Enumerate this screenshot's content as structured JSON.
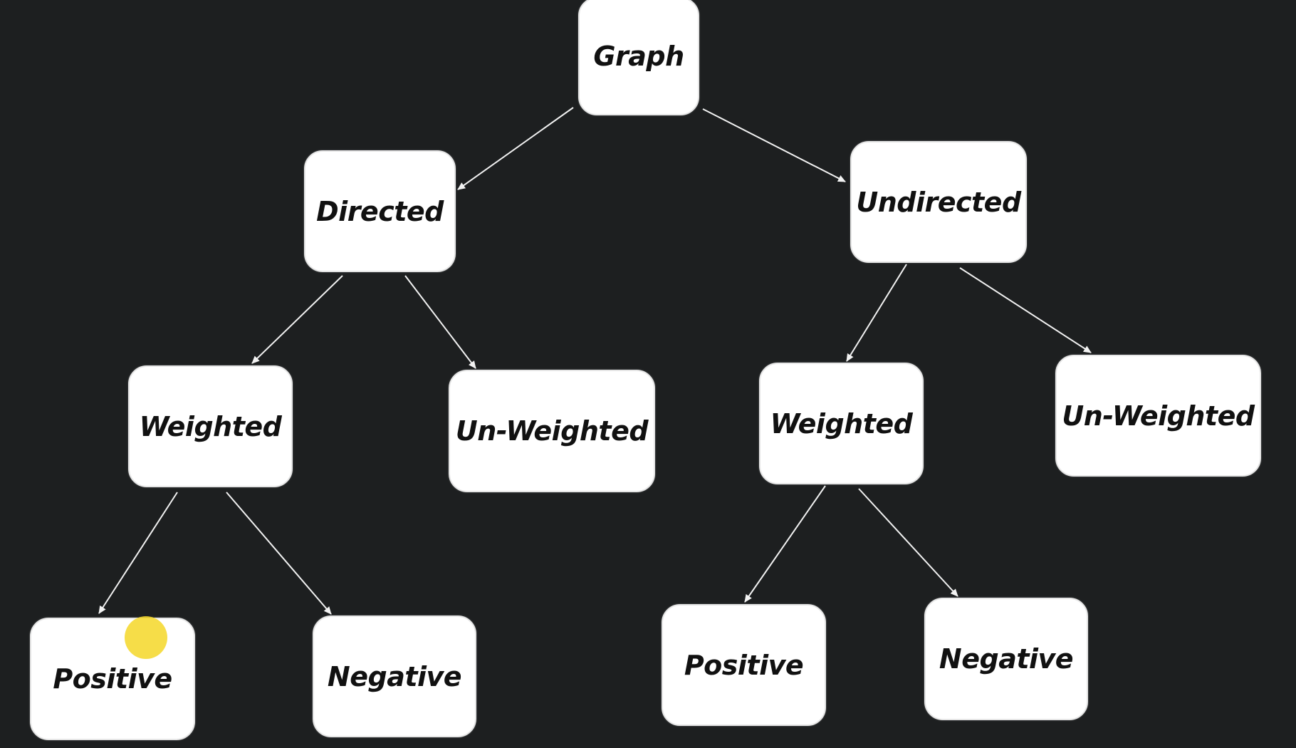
{
  "diagram": {
    "nodes": [
      {
        "id": "graph",
        "label": "Graph"
      },
      {
        "id": "directed",
        "label": "Directed"
      },
      {
        "id": "undirected",
        "label": "Undirected"
      },
      {
        "id": "d-weighted",
        "label": "Weighted"
      },
      {
        "id": "d-unweighted",
        "label": "Un-Weighted"
      },
      {
        "id": "u-weighted",
        "label": "Weighted"
      },
      {
        "id": "u-unweighted",
        "label": "Un-Weighted"
      },
      {
        "id": "dw-positive",
        "label": "Positive"
      },
      {
        "id": "dw-negative",
        "label": "Negative"
      },
      {
        "id": "uw-positive",
        "label": "Positive"
      },
      {
        "id": "uw-negative",
        "label": "Negative"
      }
    ],
    "edges": [
      {
        "from": "graph",
        "to": "directed"
      },
      {
        "from": "graph",
        "to": "undirected"
      },
      {
        "from": "directed",
        "to": "d-weighted"
      },
      {
        "from": "directed",
        "to": "d-unweighted"
      },
      {
        "from": "undirected",
        "to": "u-weighted"
      },
      {
        "from": "undirected",
        "to": "u-unweighted"
      },
      {
        "from": "d-weighted",
        "to": "dw-positive"
      },
      {
        "from": "d-weighted",
        "to": "dw-negative"
      },
      {
        "from": "u-weighted",
        "to": "uw-positive"
      },
      {
        "from": "u-weighted",
        "to": "uw-negative"
      }
    ],
    "colors": {
      "background": "#1d1f20",
      "node_fill": "#ffffff",
      "edge": "#f2f2f2",
      "cursor_highlight": "#f5d728"
    }
  }
}
